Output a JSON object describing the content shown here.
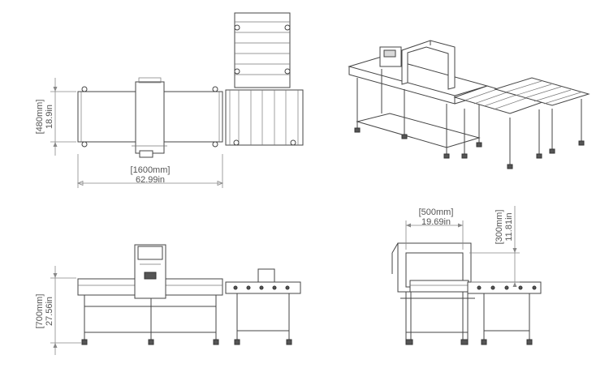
{
  "views": {
    "top": {
      "length_mm": "[1600mm]",
      "length_in": "62.99in",
      "width_mm": "[480mm]",
      "width_in": "18.9in"
    },
    "front": {
      "height_mm": "[700mm]",
      "height_in": "27.56in"
    },
    "side": {
      "aperture_w_mm": "[500mm]",
      "aperture_w_in": "19.69in",
      "aperture_h_mm": "[300mm]",
      "aperture_h_in": "11.81in"
    }
  },
  "colors": {
    "line": "#444444",
    "dimension": "#888888",
    "text": "#555555"
  }
}
